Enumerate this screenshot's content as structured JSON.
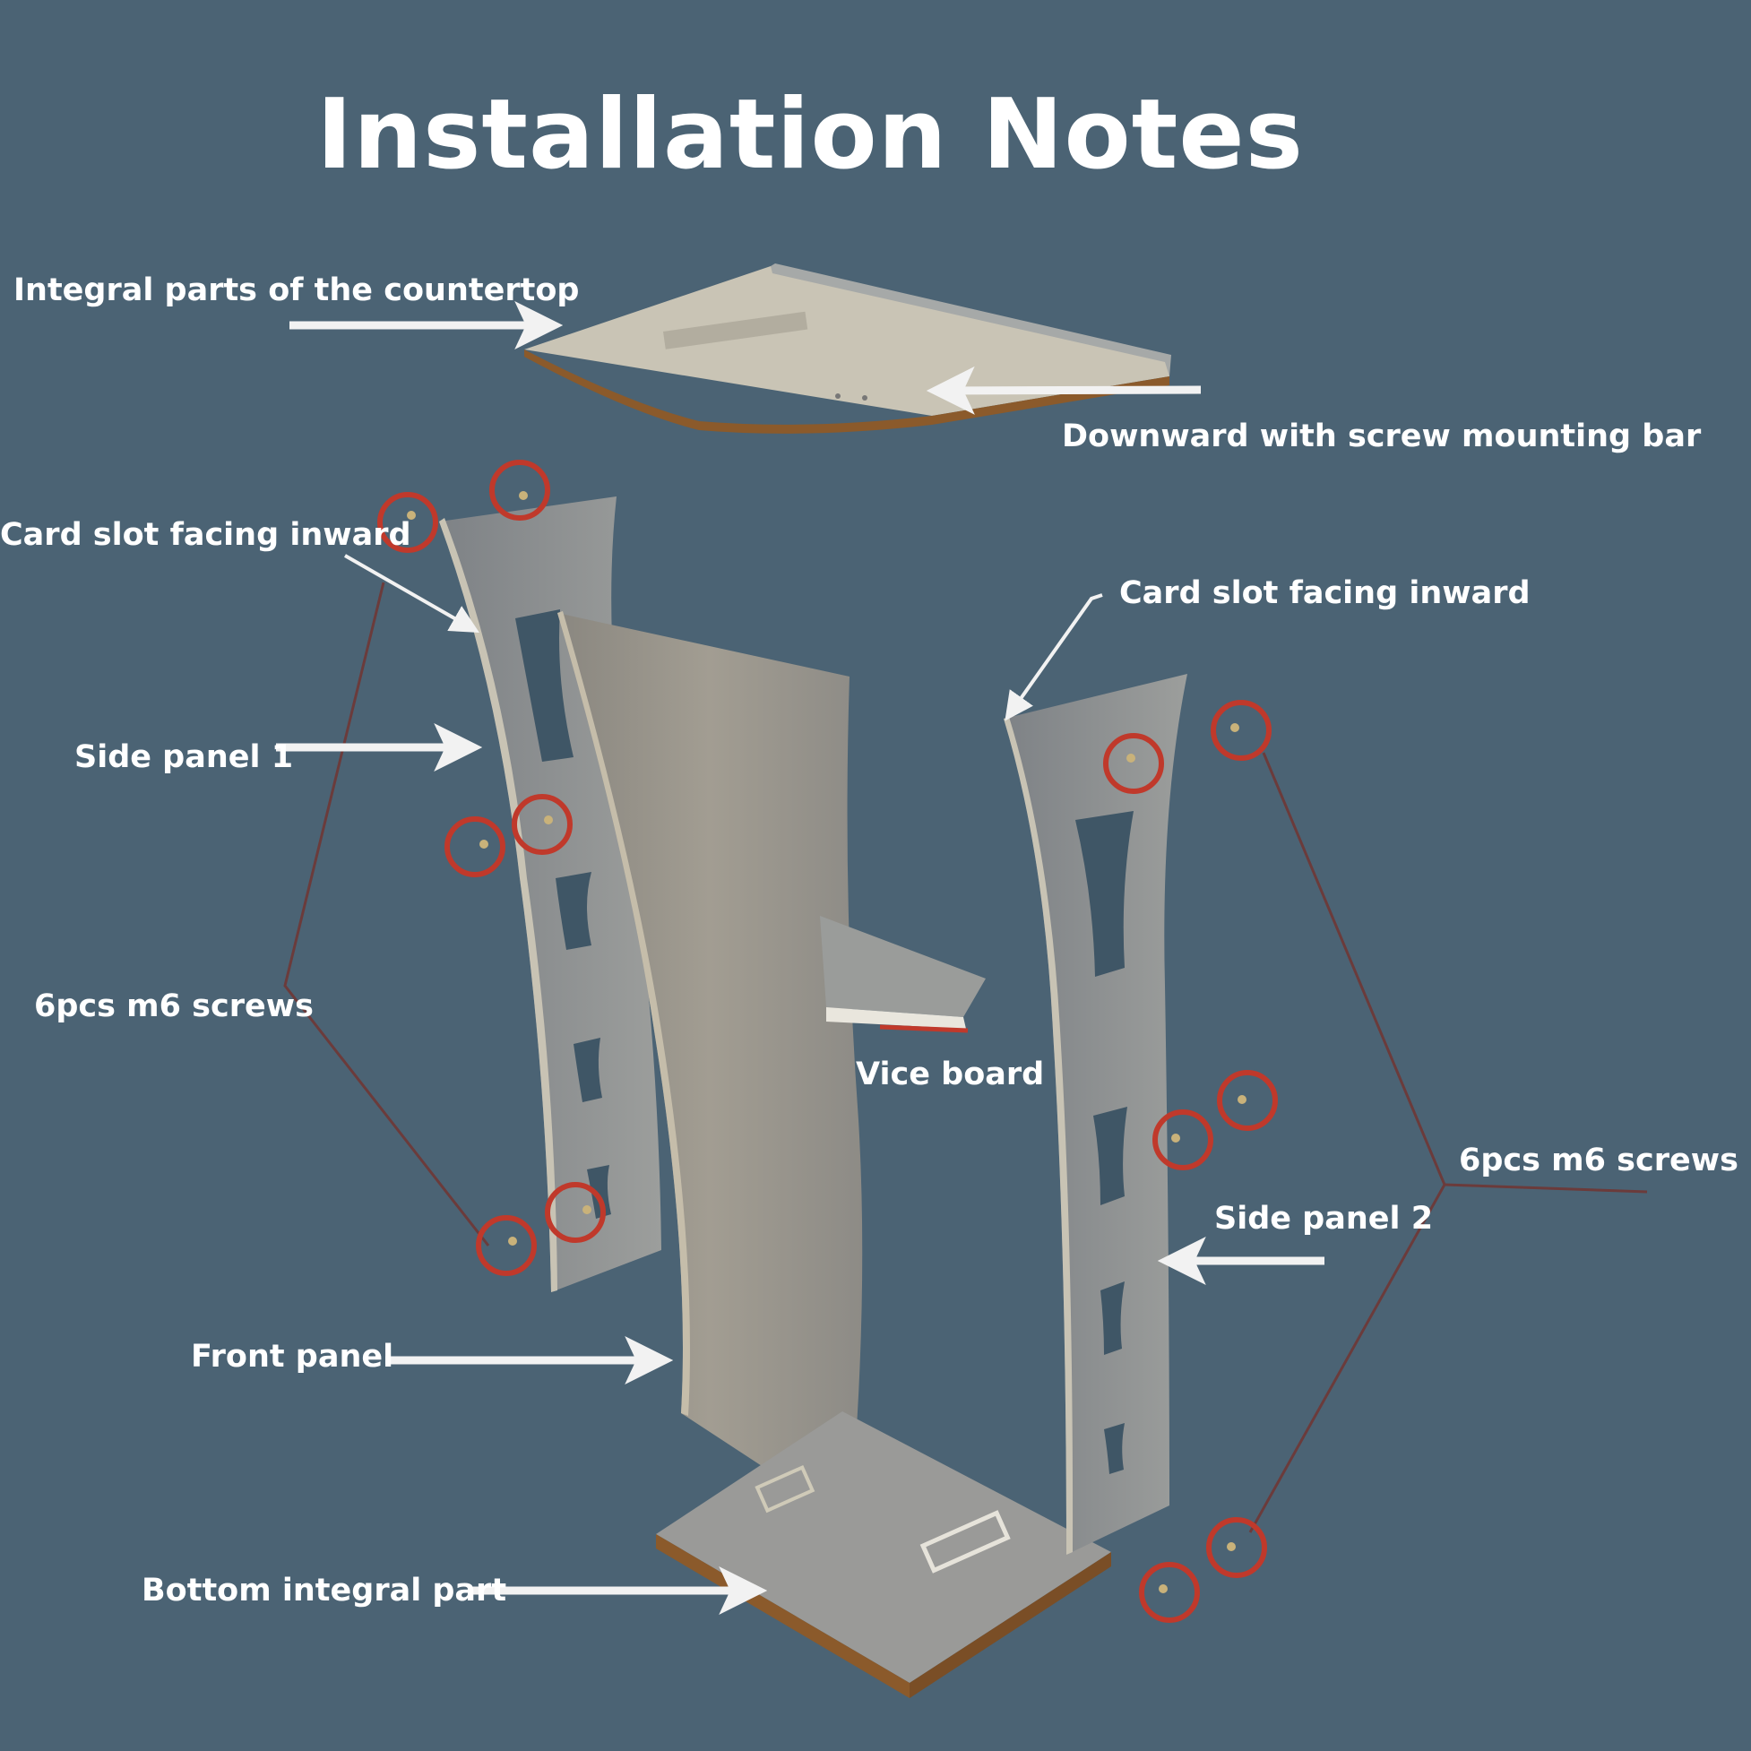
{
  "title": "Installation Notes",
  "labels": {
    "countertop": "Integral parts of the countertop",
    "screw_bar": "Downward with screw mounting bar",
    "card_slot_left": "Card slot facing inward",
    "card_slot_right": "Card slot facing inward",
    "side_panel_1": "Side panel 1",
    "side_panel_2": "Side panel 2",
    "screws_left": "6pcs m6 screws",
    "screws_right": "6pcs m6 screws",
    "vice_board": "Vice board",
    "front_panel": "Front panel",
    "bottom_part": "Bottom integral part"
  },
  "colors": {
    "background": "#4b6374",
    "panel": "#8b8f92",
    "panel_light": "#b9b8af",
    "screw_circle": "#c0392b",
    "arrow": "#f2f2f2"
  }
}
